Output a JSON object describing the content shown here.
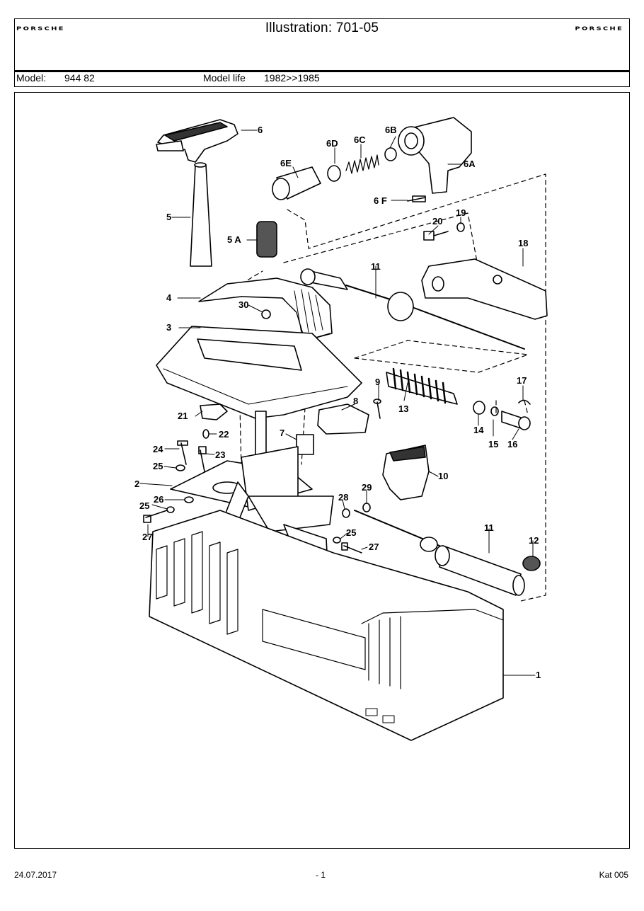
{
  "header": {
    "logo_left": "PORSCHE",
    "title": "Illustration: 701-05",
    "logo_right": "PORSCHE"
  },
  "model_row": {
    "model_label": "Model:",
    "model_value": "944 82",
    "life_label": "Model life",
    "life_value": "1982>>1985"
  },
  "parts": [
    "1",
    "2",
    "3",
    "4",
    "5",
    "5 A",
    "6",
    "6A",
    "6B",
    "6C",
    "6D",
    "6E",
    "6 F",
    "7",
    "8",
    "9",
    "10",
    "11",
    "11",
    "12",
    "13",
    "14",
    "15",
    "16",
    "17",
    "18",
    "19",
    "20",
    "21",
    "22",
    "23",
    "24",
    "25",
    "25",
    "25",
    "26",
    "27",
    "27",
    "28",
    "29",
    "30"
  ],
  "footer": {
    "date": "24.07.2017",
    "page": "- 1",
    "catalog": "Kat 005"
  }
}
